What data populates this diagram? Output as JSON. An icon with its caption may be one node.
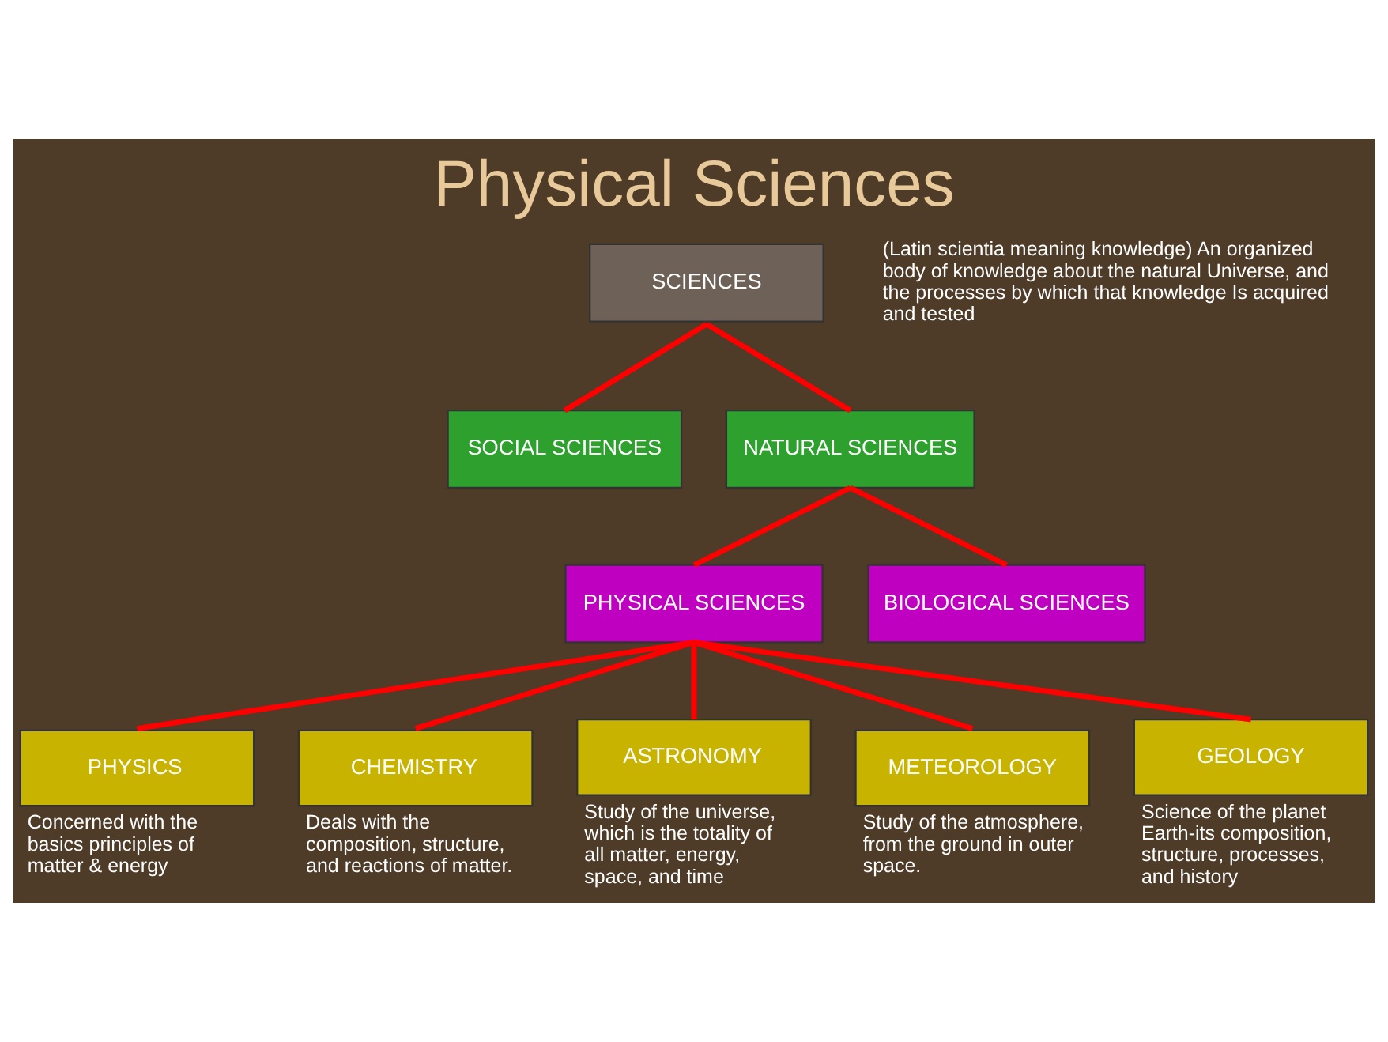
{
  "diagram": {
    "title": "Physical Sciences",
    "nodes": [
      {
        "text": [
          "SCIENCES"
        ],
        "beside": [
          "(Latin scientia meaning knowledge) An organized body of knowledge about the natural Universe, and the processes by which that knowledge Is acquired and tested"
        ]
      },
      {
        "text": [
          "SOCIAL SCIENCES"
        ]
      },
      {
        "text": [
          "NATURAL SCIENCES"
        ]
      },
      {
        "text": [
          "PHYSICAL SCIENCES"
        ]
      },
      {
        "text": [
          "BIOLOGICAL SCIENCES"
        ]
      },
      {
        "text": [
          "PHYSICS"
        ],
        "beside": [
          "Concerned with the basics principles of matter & energy"
        ]
      },
      {
        "text": [
          "CHEMISTRY"
        ],
        "beside": [
          "Deals with the composition, structure, and reactions of matter."
        ]
      },
      {
        "text": [
          "ASTRONOMY"
        ],
        "beside": [
          "Study of the universe, which is the totality of all matter, energy, space, and time"
        ]
      },
      {
        "text": [
          "METEOROLOGY"
        ],
        "beside": [
          "Study of the atmosphere, from the ground in outer space."
        ]
      },
      {
        "text": [
          "GEOLOGY"
        ],
        "beside": [
          "Science of the planet Earth-its composition, structure, processes, and history"
        ]
      }
    ],
    "edges": [
      {
        "from": 0,
        "to": 1,
        "arrow": "none"
      },
      {
        "from": 0,
        "to": 2,
        "arrow": "none"
      },
      {
        "from": 2,
        "to": 3,
        "arrow": "none"
      },
      {
        "from": 2,
        "to": 4,
        "arrow": "none"
      },
      {
        "from": 3,
        "to": 5,
        "arrow": "none"
      },
      {
        "from": 3,
        "to": 6,
        "arrow": "none"
      },
      {
        "from": 3,
        "to": 7,
        "arrow": "none"
      },
      {
        "from": 3,
        "to": 8,
        "arrow": "none"
      },
      {
        "from": 3,
        "to": 9,
        "arrow": "none"
      }
    ]
  }
}
